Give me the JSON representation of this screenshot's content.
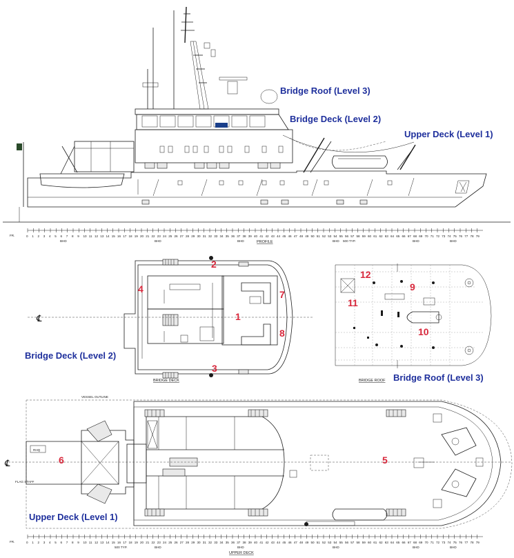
{
  "labels": {
    "bridge_roof_level3": "Bridge Roof (Level 3)",
    "bridge_deck_level2": "Bridge Deck (Level 2)",
    "upper_deck_level1": "Upper Deck (Level 1)",
    "bridge_deck_level2_plan": "Bridge Deck (Level 2)",
    "bridge_roof_level3_plan": "Bridge Roof (Level 3)",
    "upper_deck_level1_plan": "Upper Deck (Level 1)"
  },
  "captions": {
    "profile": "PROFILE",
    "bridge_deck": "BRIDGE DECK",
    "bridge_roof": "BRIDGE ROOF",
    "upper_deck": "UPPER DECK",
    "vessel_outline": "VESSEL OUTLINE",
    "flag_staff": "FLAG STAFF",
    "rhq": "RHQ",
    "frame_label": "FR.",
    "bhd": "BHD",
    "spacing_typ": "500 TYP.",
    "centerline": "℄"
  },
  "markers": [
    "1",
    "2",
    "3",
    "4",
    "5",
    "6",
    "7",
    "8",
    "9",
    "10",
    "11",
    "12"
  ],
  "frame_numbers": [
    "0",
    "1",
    "2",
    "3",
    "4",
    "5",
    "6",
    "7",
    "8",
    "9",
    "10",
    "11",
    "12",
    "13",
    "14",
    "15",
    "16",
    "17",
    "18",
    "19",
    "20",
    "21",
    "22",
    "23",
    "24",
    "25",
    "26",
    "27",
    "28",
    "29",
    "30",
    "31",
    "32",
    "33",
    "34",
    "35",
    "36",
    "37",
    "38",
    "39",
    "40",
    "41",
    "42",
    "43",
    "44",
    "45",
    "46",
    "47",
    "48",
    "49",
    "50",
    "51",
    "52",
    "53",
    "54",
    "55",
    "56",
    "57",
    "58",
    "59",
    "60",
    "61",
    "62",
    "63",
    "64",
    "65",
    "66",
    "67",
    "68",
    "69",
    "70",
    "71",
    "72",
    "73",
    "74",
    "75",
    "76",
    "77",
    "78",
    "79"
  ],
  "colors": {
    "label_blue": "#1e2f9c",
    "marker_red": "#d8283c",
    "line": "#1a1a1a"
  }
}
